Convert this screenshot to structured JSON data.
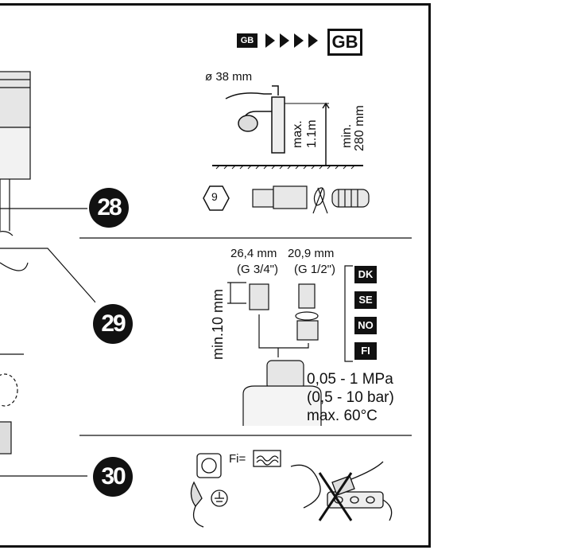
{
  "country_header": {
    "from": "GB",
    "to": "GB"
  },
  "drain": {
    "diameter": "ø 38 mm",
    "max_height": "max.",
    "max_value": "1.1m",
    "min_height": "min.",
    "min_value": "280 mm"
  },
  "hose_badge": "9",
  "steps": {
    "s28": "28",
    "s29": "29",
    "s30": "30"
  },
  "water": {
    "size1": "26,4 mm",
    "size2": "20,9 mm",
    "thread1": "(G 3/4\")",
    "thread2": "(G 1/2\")",
    "min_len": "min.10 mm",
    "countries": [
      "DK",
      "SE",
      "NO",
      "FI"
    ],
    "pressure": "0,05 - 1 MPa",
    "bar": "(0,5 - 10 bar)",
    "temp": "max. 60°C"
  },
  "power": {
    "fi_label": "Fi="
  }
}
